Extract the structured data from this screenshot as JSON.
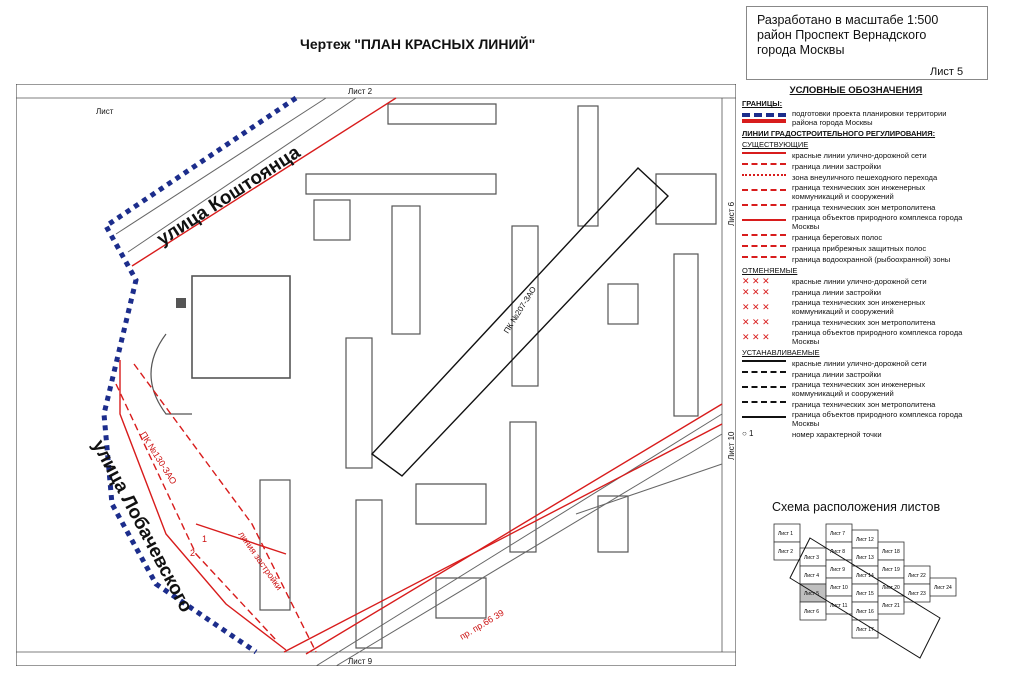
{
  "title": "Чертеж \"ПЛАН КРАСНЫХ ЛИНИЙ\"",
  "info": {
    "line1": "Разработано в масштабе 1:500",
    "line2": "район Проспект Вернадского",
    "line3": "города Москвы"
  },
  "sheet_label": "Лист 5",
  "map": {
    "neighbor_top": "Лист 2",
    "neighbor_left": "Лист",
    "neighbor_right_top": "Лист 6",
    "neighbor_right_bottom": "Лист 10",
    "neighbor_bottom": "Лист 9",
    "street_1": "улица Коштоянца",
    "street_2": "улица Лобачевского",
    "line_label_1": "ПК №207-ЗАО",
    "line_label_2": "ПК №130-ЗАО",
    "line_label_3": "линия застройки",
    "line_label_4": "пр. пр.66 39",
    "point_1": "1",
    "point_2": "2"
  },
  "legend": {
    "title": "УСЛОВНЫЕ ОБОЗНАЧЕНИЯ",
    "borders_head": "ГРАНИЦЫ:",
    "borders_item": "подготовки проекта планировки территории района города Москвы",
    "regulation_head": "ЛИНИИ ГРАДОСТРОИТЕЛЬНОГО РЕГУЛИРОВАНИЯ:",
    "existing_head": "СУЩЕСТВУЮЩИЕ",
    "existing_items": [
      "красные линии улично-дорожной сети",
      "граница линии застройки",
      "зона внеуличного пешеходного перехода",
      "граница технических зон инженерных коммуникаций и сооружений",
      "граница технических зон метрополитена",
      "граница объектов природного комплекса города Москвы",
      "граница береговых полос",
      "граница прибрежных защитных полос",
      "граница водоохранной (рыбоохранной) зоны"
    ],
    "cancelled_head": "ОТМЕНЯЕМЫЕ",
    "cancelled_items": [
      "красные линии улично-дорожной сети",
      "граница линии застройки",
      "граница технических зон инженерных коммуникаций и сооружений",
      "граница технических зон метрополитена",
      "граница объектов природного комплекса города Москвы"
    ],
    "established_head": "УСТАНАВЛИВАЕМЫЕ",
    "established_items": [
      "красные линии улично-дорожной сети",
      "граница линии застройки",
      "граница технических зон инженерных коммуникаций и сооружений",
      "граница технических зон метрополитена",
      "граница объектов природного комплекса города Москвы",
      "номер характерной точки"
    ],
    "point_symbol": "○ 1"
  },
  "scheme": {
    "title": "Схема расположения листов",
    "sheets": [
      "Лист 1",
      "Лист 2",
      "Лист 3",
      "Лист 4",
      "Лист 5",
      "Лист 6",
      "Лист 7",
      "Лист 8",
      "Лист 9",
      "Лист 10",
      "Лист 11",
      "Лист 12",
      "Лист 13",
      "Лист 14",
      "Лист 15",
      "Лист 16",
      "Лист 17",
      "Лист 18",
      "Лист 19",
      "Лист 20",
      "Лист 21",
      "Лист 22",
      "Лист 23",
      "Лист 24"
    ],
    "highlighted": "Лист 5"
  },
  "colors": {
    "red_line": "#d81c1c",
    "border_blue": "#1c2d8c",
    "building": "#555555"
  }
}
